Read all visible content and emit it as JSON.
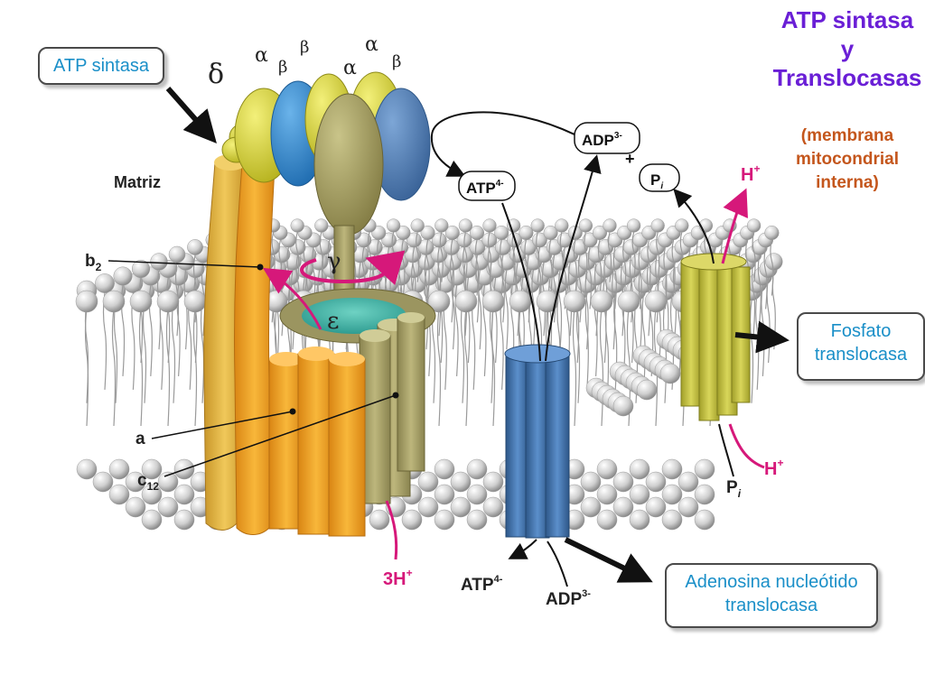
{
  "title": [
    "ATP sintasa",
    "y",
    "Translocasas"
  ],
  "subtitle": [
    "(membrana",
    "mitocondrial",
    "interna)"
  ],
  "callouts": {
    "atp_sintasa": "ATP sintasa",
    "fosfato": [
      "Fosfato",
      "translocasa"
    ],
    "ant": [
      "Adenosina nucleótido",
      "translocasa"
    ]
  },
  "labels": {
    "matriz": "Matriz",
    "b2": "b",
    "b2_sub": "2",
    "a": "a",
    "c12": "c",
    "c12_sub": "12",
    "delta": "δ",
    "alpha": "α",
    "beta": "β",
    "gamma": "γ",
    "epsilon": "ε",
    "three_h": "3H",
    "h_plus": "H",
    "plus_sup": "+",
    "plus": "+",
    "atp4": "ATP",
    "adp3": "ADP",
    "sup4": "4-",
    "sup3": "3-",
    "pi": "P",
    "pi_sub": "i"
  },
  "colors": {
    "title": "#6a1fd6",
    "subtitle": "#c4561c",
    "callout_text": "#1a8fc8",
    "proton": "#d6187a",
    "orange": "#f2a324",
    "olive": "#a8a268",
    "gold": "#e3b640",
    "blue": "#3f6fa8",
    "yellow_green": "#c6c33c"
  }
}
